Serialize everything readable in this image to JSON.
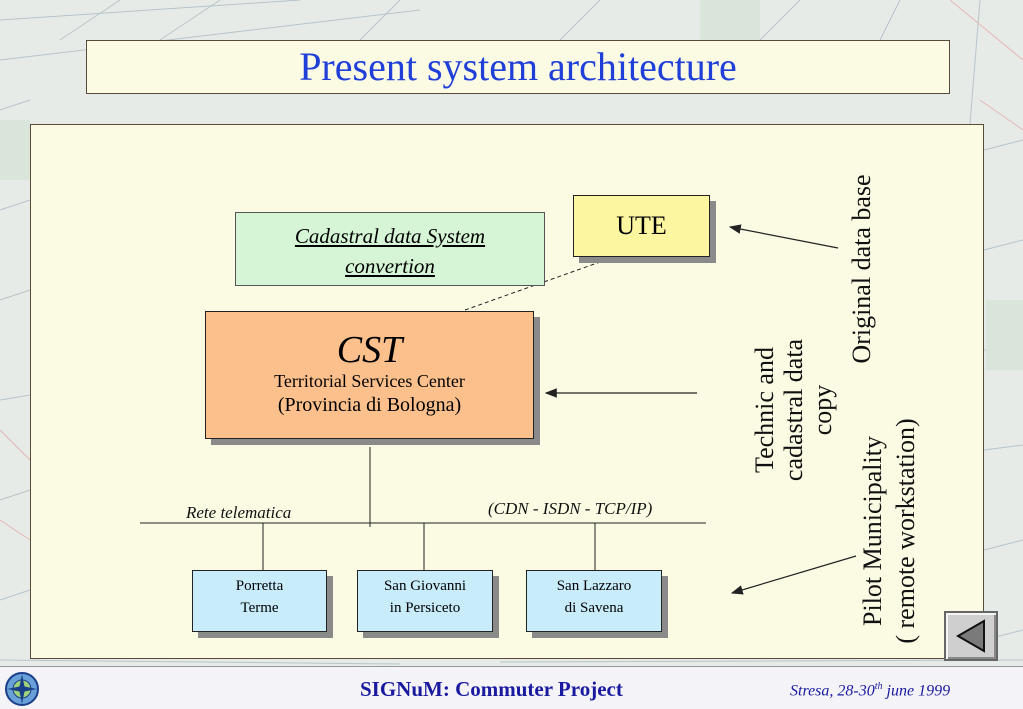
{
  "title": "Present system architecture",
  "cadastral_box": {
    "line1": "Cadastral data System",
    "line2": "convertion"
  },
  "ute_box": {
    "label": "UTE"
  },
  "cst_box": {
    "title": "CST",
    "line1": "Territorial Services Center",
    "line2": "(Provincia di Bologna)"
  },
  "network": {
    "left_label": "Rete telematica",
    "right_label": "(CDN - ISDN - TCP/IP)"
  },
  "nodes": [
    {
      "line1": "Porretta",
      "line2": "Terme"
    },
    {
      "line1": "San Giovanni",
      "line2": "in Persiceto"
    },
    {
      "line1": "San Lazzaro",
      "line2": "di Savena"
    }
  ],
  "side_labels": {
    "technic_line1": "Technic and",
    "technic_line2": "cadastral data",
    "technic_line3": "copy",
    "original": "Original data base",
    "pilot_line1": "Pilot Municipality",
    "pilot_line2": "( remote workstation)"
  },
  "footer": {
    "project": "SIGNuM: Commuter Project",
    "date_prefix": "Stresa, 28-30",
    "date_sup": "th",
    "date_suffix": " june 1999"
  },
  "icons": {
    "back": "back-triangle-icon",
    "logo": "compass-logo-icon"
  },
  "colors": {
    "title": "#1f3fd8",
    "panel": "#fbfbe4",
    "cst": "#fcc08c",
    "ute": "#fcf6a0",
    "cadastral": "#d6f5d6",
    "node": "#c8ecfa"
  }
}
